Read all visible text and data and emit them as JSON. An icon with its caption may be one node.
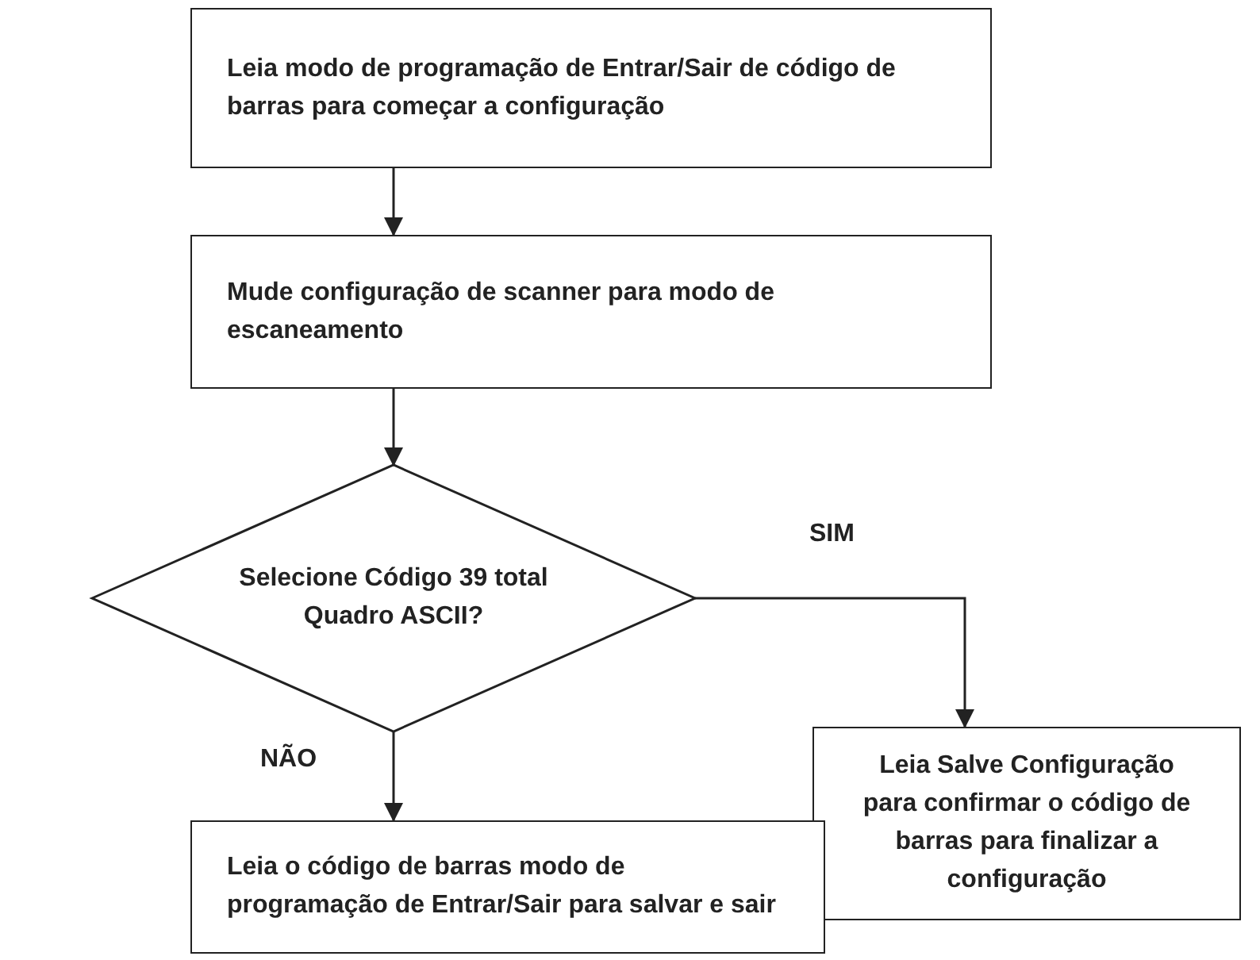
{
  "diagram": {
    "nodes": [
      {
        "text": [
          "Leia modo de programação de Entrar/Sair de código de barras para começar a configuração"
        ]
      },
      {
        "text": [
          "Mude configuração de scanner para modo de escaneamento"
        ]
      },
      {
        "text": [
          "Selecione Código 39 total Quadro ASCII?"
        ]
      },
      {
        "text": [
          "Leia Salve Configuração para confirmar o código de barras para finalizar a configuração"
        ]
      },
      {
        "text": [
          "Leia o código de barras modo de programação de Entrar/Sair para salvar e sair"
        ]
      }
    ],
    "edges": [
      {
        "from": 0,
        "to": 1,
        "arrow": "to"
      },
      {
        "from": 1,
        "to": 2,
        "arrow": "to"
      },
      {
        "from": 2,
        "to": 3,
        "arrow": "to",
        "label": "SIM"
      },
      {
        "from": 2,
        "to": 4,
        "arrow": "to",
        "label": "NÃO"
      }
    ]
  }
}
